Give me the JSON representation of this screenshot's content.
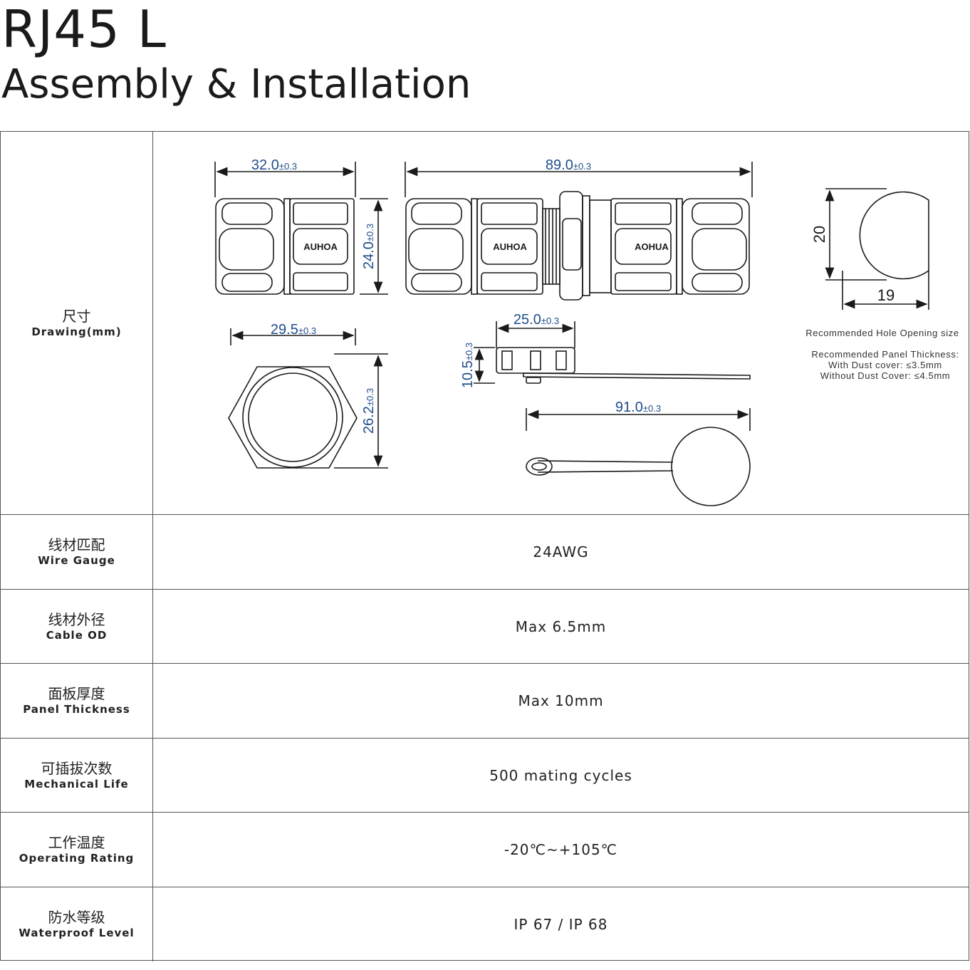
{
  "header": {
    "title": "RJ45 L",
    "subtitle": "Assembly & Installation"
  },
  "drawing_row": {
    "label_zh": "尺寸",
    "label_en": "Drawing(mm)",
    "dims": {
      "d1": "32.0",
      "d1_tol": "±0.3",
      "d2": "89.0",
      "d2_tol": "±0.3",
      "d3": "24.0",
      "d3_tol": "±0.3",
      "d4": "29.5",
      "d4_tol": "±0.3",
      "d5": "26.2",
      "d5_tol": "±0.3",
      "d6": "25.0",
      "d6_tol": "±0.3",
      "d7": "10.5",
      "d7_tol": "±0.3",
      "d8": "91.0",
      "d8_tol": "±0.3",
      "hole_h": "20",
      "hole_w": "19"
    },
    "brand": "AOHUA",
    "hole_note": "Recommended Hole Opening size",
    "panel_note_1": "Recommended Panel Thickness:",
    "panel_note_2": "With Dust cover: ≤3.5mm",
    "panel_note_3": "Without Dust Cover: ≤4.5mm"
  },
  "rows": [
    {
      "zh": "线材匹配",
      "en": "Wire Gauge",
      "value": "24AWG"
    },
    {
      "zh": "线材外径",
      "en": "Cable OD",
      "value": "Max 6.5mm"
    },
    {
      "zh": "面板厚度",
      "en": "Panel Thickness",
      "value": "Max 10mm"
    },
    {
      "zh": "可插拔次数",
      "en": "Mechanical Life",
      "value": "500 mating cycles"
    },
    {
      "zh": "工作温度",
      "en": "Operating Rating",
      "value": "-20℃~+105℃"
    },
    {
      "zh": "防水等级",
      "en": "Waterproof Level",
      "value": "IP 67 / IP 68"
    }
  ],
  "colors": {
    "dimension": "#1f4e8c",
    "line": "#1a1a1a"
  }
}
